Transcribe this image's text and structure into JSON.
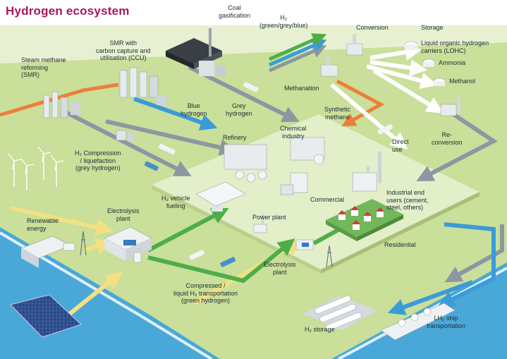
{
  "title": "Hydrogen ecosystem",
  "colors": {
    "title": "#a3195b",
    "land": "#c9df9a",
    "center": "#e3efc9",
    "water": "#4aa8d8",
    "grey_arrow": "#8c97a1",
    "blue_arrow": "#3a9bd8",
    "green_arrow": "#4dae48",
    "yellow_arrow": "#f3e083",
    "orange_arrow": "#ef7d3a",
    "white_arrow": "#ffffff"
  },
  "labels": {
    "coal": [
      "Coal",
      "gasification"
    ],
    "h2_colors": [
      "H₂",
      "(green/grey/blue)"
    ],
    "conversion": [
      "Conversion"
    ],
    "storage": [
      "Storage"
    ],
    "lohc": [
      "Liquid organic hydrogen",
      "carriers (LOHC)"
    ],
    "ammonia": [
      "Ammonia"
    ],
    "methanol": [
      "Methanol"
    ],
    "smr_ccu": [
      "SMR with",
      "carbon capture and",
      "utilisation (CCU)"
    ],
    "smr": [
      "Steam methane",
      "reforming",
      "(SMR)"
    ],
    "methanation": [
      "Methanation"
    ],
    "blue_h2": [
      "Blue",
      "hydrogen"
    ],
    "grey_h2": [
      "Grey",
      "hydrogen"
    ],
    "synthetic_methane": [
      "Synthetic",
      "methane"
    ],
    "refinery": [
      "Refinery"
    ],
    "chemical": [
      "Chemical",
      "industry"
    ],
    "direct_use": [
      "Direct",
      "use"
    ],
    "reconversion": [
      "Re-",
      "conversion"
    ],
    "compression": [
      "H₂ Compression",
      "/ liquefaction",
      "(grey hydrogen)"
    ],
    "vehicle": [
      "H₂ vehicle",
      "fueling"
    ],
    "commercial": [
      "Commercial"
    ],
    "industrial": [
      "Industrial end",
      "users (cement,",
      "steel, others)"
    ],
    "renewable": [
      "Renewable",
      "energy"
    ],
    "electrolysis_left": [
      "Electrolysis",
      "plant"
    ],
    "power_plant": [
      "Power plant"
    ],
    "residential": [
      "Residential"
    ],
    "electrolysis_right": [
      "Electrolysis",
      "plant"
    ],
    "transport": [
      "Compressed /",
      "liquid H₂ transportation",
      "(green hydrogen)"
    ],
    "h2_storage": [
      "H₂ storage"
    ],
    "lh2_ship": [
      "LH₂ ship",
      "transportation"
    ]
  }
}
